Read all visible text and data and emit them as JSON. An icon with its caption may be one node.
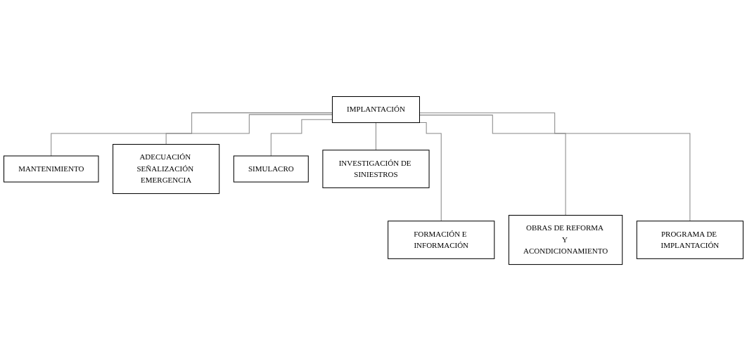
{
  "diagram": {
    "nodes": [
      {
        "text": [
          "IMPLANTACIÓN"
        ]
      },
      {
        "text": [
          "MANTENIMIENTO"
        ]
      },
      {
        "text": [
          "ADECUACIÓN SEÑALIZACIÓN EMERGENCIA"
        ]
      },
      {
        "text": [
          "SIMULACRO"
        ]
      },
      {
        "text": [
          "INVESTIGACIÓN DE SINIESTROS"
        ]
      },
      {
        "text": [
          "FORMACIÓN E INFORMACIÓN"
        ]
      },
      {
        "text": [
          "OBRAS DE REFORMA Y ACONDICIONAMIENTO"
        ]
      },
      {
        "text": [
          "PROGRAMA DE IMPLANTACIÓN"
        ]
      }
    ],
    "edges": [
      {
        "from": 0,
        "to": 1,
        "arrow": "none"
      },
      {
        "from": 0,
        "to": 2,
        "arrow": "none"
      },
      {
        "from": 0,
        "to": 3,
        "arrow": "none"
      },
      {
        "from": 0,
        "to": 4,
        "arrow": "none"
      },
      {
        "from": 0,
        "to": 5,
        "arrow": "none"
      },
      {
        "from": 0,
        "to": 6,
        "arrow": "none"
      },
      {
        "from": 0,
        "to": 7,
        "arrow": "none"
      }
    ]
  }
}
